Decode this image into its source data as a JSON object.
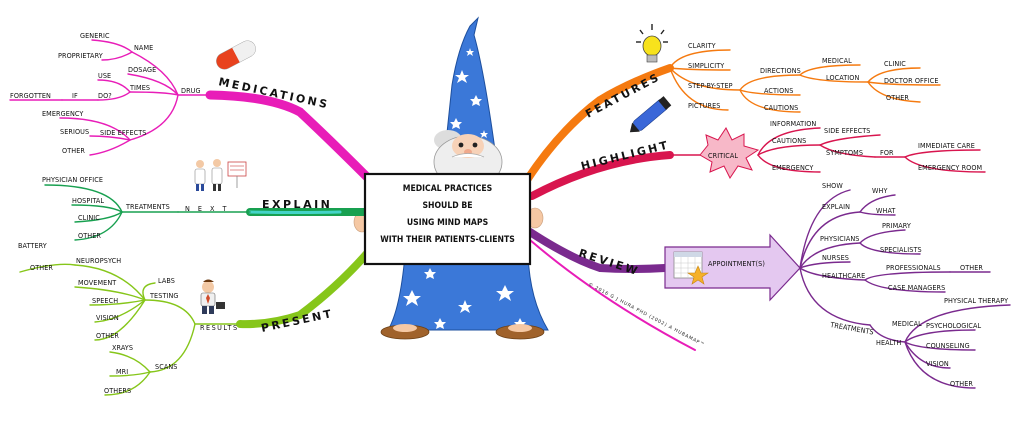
{
  "center": {
    "lines": [
      "MEDICAL PRACTICES",
      "SHOULD BE",
      "USING MIND MAPS",
      "WITH THEIR PATIENTS-CLIENTS"
    ]
  },
  "branches": {
    "medications": {
      "label": "MEDICATIONS",
      "color": "#e81db8",
      "drug": "DRUG",
      "name": "NAME",
      "generic": "GENERIC",
      "proprietary": "PROPRIETARY",
      "dosage": "DOSAGE",
      "times": "TIMES",
      "use": "USE",
      "if": "IF",
      "do": "DO?",
      "forgotten": "FORGOTTEN",
      "side_effects": "SIDE EFFECTS",
      "emergency": "EMERGENCY",
      "serious": "SERIOUS",
      "other": "OTHER"
    },
    "explain": {
      "label": "EXPLAIN",
      "color": "#18a050",
      "next": "N E X T",
      "treatments": "TREATMENTS",
      "physician_office": "PHYSICIAN OFFICE",
      "hospital": "HOSPITAL",
      "clinic": "CLINIC",
      "other": "OTHER"
    },
    "present": {
      "label": "PRESENT",
      "color": "#86c61a",
      "results": "RESULTS",
      "labs": "LABS",
      "testing": "TESTING",
      "neuropsych": "NEUROPSYCH",
      "battery": "BATTERY",
      "other1": "OTHER",
      "movement": "MOVEMENT",
      "speech": "SPEECH",
      "vision": "VISION",
      "other2": "OTHER",
      "scans": "SCANS",
      "xrays": "XRAYS",
      "mri": "MRI",
      "others": "OTHERS"
    },
    "features": {
      "label": "FEATURES",
      "color": "#f57a10",
      "clarity": "CLARITY",
      "simplicity": "SIMPLICITY",
      "step": "STEP-BY-STEP",
      "pictures": "PICTURES",
      "directions": "DIRECTIONS",
      "actions": "ACTIONS",
      "cautions": "CAUTIONS",
      "medical": "MEDICAL",
      "location": "LOCATION",
      "clinic": "CLINIC",
      "doctor_office": "DOCTOR OFFICE",
      "other": "OTHER"
    },
    "highlight": {
      "label": "HIGHLIGHT",
      "color": "#d8154e",
      "critical": "CRITICAL",
      "information": "INFORMATION",
      "cautions": "CAUTIONS",
      "emergency": "EMERGENCY",
      "side_effects": "SIDE EFFECTS",
      "symptoms": "SYMPTOMS",
      "for": "FOR",
      "immediate_care": "IMMEDIATE CARE",
      "emergency_room": "EMERGENCY ROOM"
    },
    "review": {
      "label": "REVIEW",
      "color": "#7a2a8e",
      "appointments": "APPOINTMENT(S)",
      "show": "SHOW",
      "explain": "EXPLAIN",
      "why": "WHY",
      "what": "WHAT",
      "physicians": "PHYSICIANS",
      "primary": "PRIMARY",
      "specialists": "SPECIALISTS",
      "nurses": "NURSES",
      "healthcare": "HEALTHCARE",
      "professionals": "PROFESSIONALS",
      "other": "OTHER",
      "case_managers": "CASE MANAGERS",
      "treatments": "TREATMENTS",
      "medical": "MEDICAL",
      "health": "HEALTH",
      "physical_therapy": "PHYSICAL THERAPY",
      "psychological": "PSYCHOLOGICAL",
      "counseling": "COUNSELING",
      "vision": "VISION",
      "other2": "OTHER"
    }
  },
  "copyright": "© 2016 G J HURA PHD (2002) A HUBAMAP™",
  "icons": [
    "pill-icon",
    "lightbulb-icon",
    "marker-pen-icon",
    "doctors-icon",
    "businessman-icon",
    "calendar-icon",
    "star-icon",
    "wizard-icon"
  ]
}
